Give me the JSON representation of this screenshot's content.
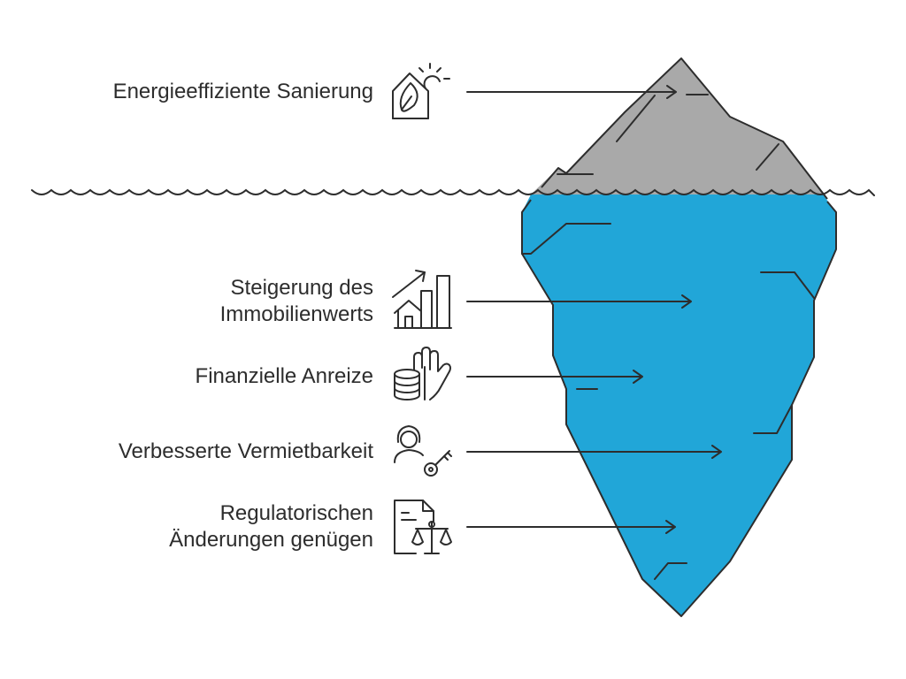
{
  "colors": {
    "ice_above": "#a9a9a9",
    "ice_below": "#21a6d8",
    "stroke": "#2d2d2d",
    "text": "#2d2d2d"
  },
  "items": [
    {
      "id": "energy",
      "lines": [
        "Energieeffiziente Sanierung"
      ],
      "icon": "leaf-house-sun-icon",
      "zone": "above-water"
    },
    {
      "id": "value",
      "lines": [
        "Steigerung des",
        "Immobilienwerts"
      ],
      "icon": "house-growth-chart-icon",
      "zone": "below-water"
    },
    {
      "id": "incentives",
      "lines": [
        "Finanzielle Anreize"
      ],
      "icon": "coins-hand-icon",
      "zone": "below-water"
    },
    {
      "id": "rentability",
      "lines": [
        "Verbesserte Vermietbarkeit"
      ],
      "icon": "person-key-icon",
      "zone": "below-water"
    },
    {
      "id": "regulations",
      "lines": [
        "Regulatorischen",
        "Änderungen genügen"
      ],
      "icon": "document-scales-icon",
      "zone": "below-water"
    }
  ]
}
